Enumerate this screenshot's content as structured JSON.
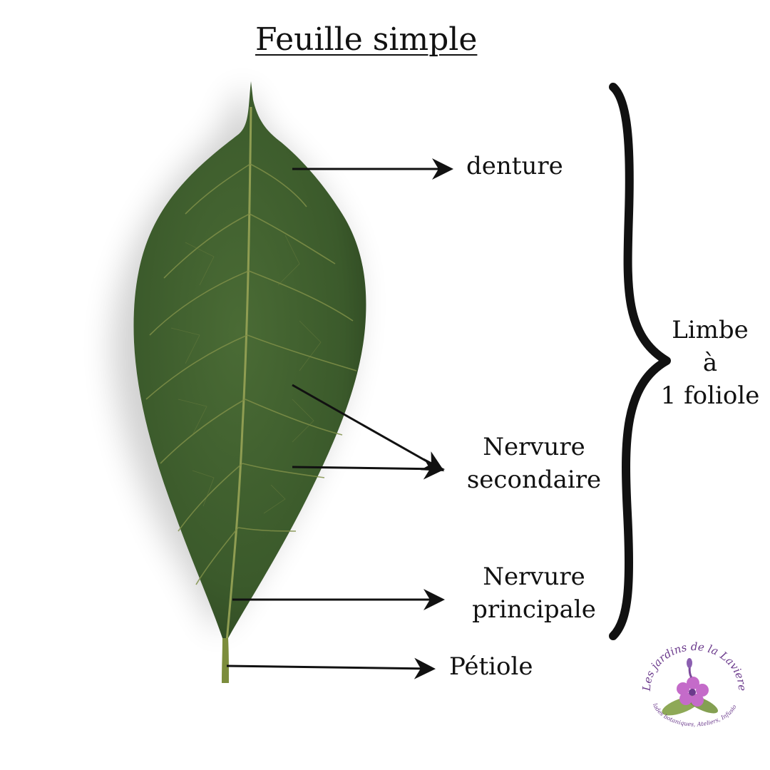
{
  "title": "Feuille simple",
  "labels": {
    "denture": "denture",
    "secondaire_line1": "Nervure",
    "secondaire_line2": "secondaire",
    "principale_line1": "Nervure",
    "principale_line2": "principale",
    "petiole": "Pétiole",
    "limbe_line1": "Limbe",
    "limbe_line2": "à",
    "limbe_line3": "1 foliole"
  },
  "logo": {
    "name": "Les jardins de la Laviere",
    "tagline": "Balades botaniques, Ateliers, Infusions"
  },
  "colors": {
    "leaf": "#3e5e2e",
    "leaf_dark": "#2f4a22",
    "vein": "#9aa85a",
    "ink": "#111111",
    "logo_purple": "#6b3a8c",
    "logo_flower": "#c46bc9"
  }
}
